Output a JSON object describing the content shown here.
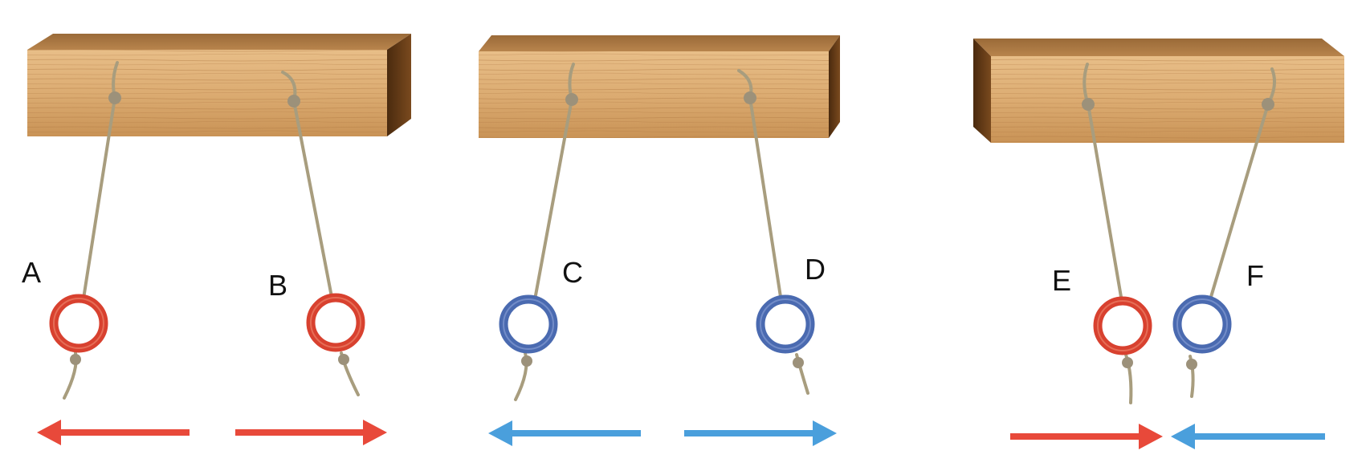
{
  "scenes": [
    {
      "id": "like-red",
      "rings": [
        {
          "label": "A",
          "color": "#d8412f",
          "push": "left"
        },
        {
          "label": "B",
          "color": "#d8412f",
          "push": "right"
        }
      ]
    },
    {
      "id": "like-blue",
      "rings": [
        {
          "label": "C",
          "color": "#4a6ab0",
          "push": "left"
        },
        {
          "label": "D",
          "color": "#4a6ab0",
          "push": "right"
        }
      ]
    },
    {
      "id": "opposite",
      "rings": [
        {
          "label": "E",
          "color": "#d8412f",
          "push": "right"
        },
        {
          "label": "F",
          "color": "#4a6ab0",
          "push": "left"
        }
      ]
    }
  ],
  "colors": {
    "red_arrow": "#e8493a",
    "blue_arrow": "#4a9fdc",
    "rope": "#a89d7e",
    "wood_light": "#e3b57c",
    "wood_mid": "#c9955a",
    "wood_dark": "#6b3f18",
    "label_text": "#111111"
  }
}
